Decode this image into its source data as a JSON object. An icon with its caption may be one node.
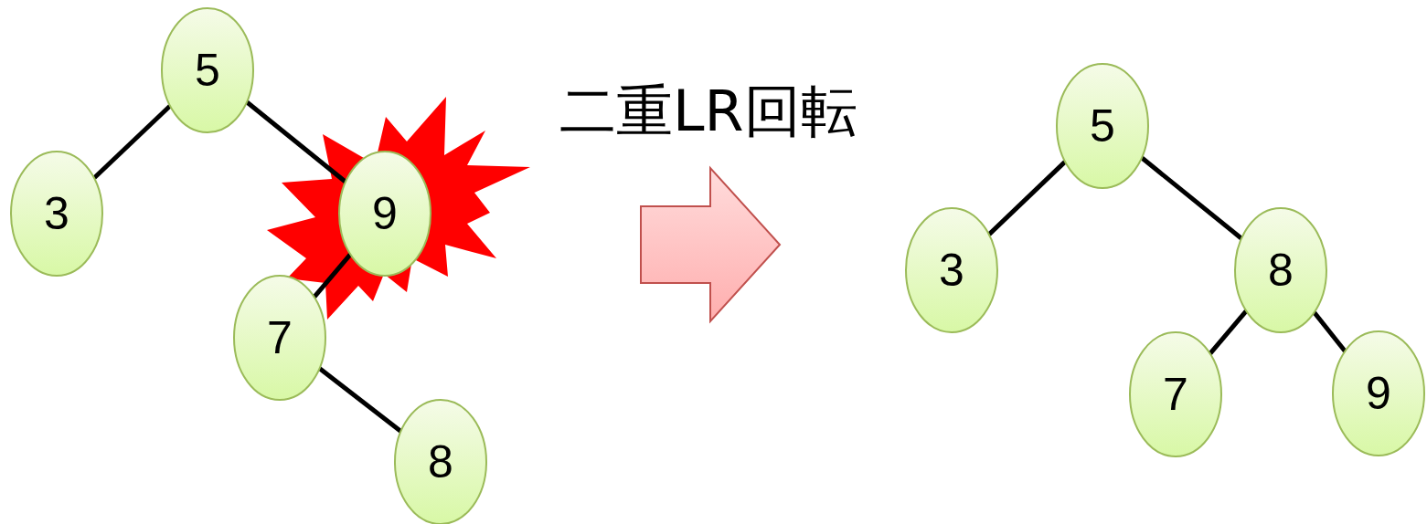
{
  "diagram": {
    "title": "二重LR回転",
    "nodes": [
      {
        "text": [
          "5"
        ]
      },
      {
        "text": [
          "3"
        ]
      },
      {
        "text": [
          "9"
        ]
      },
      {
        "text": [
          "7"
        ]
      },
      {
        "text": [
          "8"
        ]
      },
      {
        "text": [
          "5"
        ]
      },
      {
        "text": [
          "3"
        ]
      },
      {
        "text": [
          "8"
        ]
      },
      {
        "text": [
          "7"
        ]
      },
      {
        "text": [
          "9"
        ]
      }
    ],
    "edges": [
      {
        "from": 0,
        "to": 1,
        "arrow": "none"
      },
      {
        "from": 0,
        "to": 2,
        "arrow": "none"
      },
      {
        "from": 2,
        "to": 3,
        "arrow": "none"
      },
      {
        "from": 3,
        "to": 4,
        "arrow": "none"
      },
      {
        "from": 5,
        "to": 6,
        "arrow": "none"
      },
      {
        "from": 5,
        "to": 7,
        "arrow": "none"
      },
      {
        "from": 7,
        "to": 8,
        "arrow": "none"
      },
      {
        "from": 7,
        "to": 9,
        "arrow": "none"
      }
    ]
  }
}
